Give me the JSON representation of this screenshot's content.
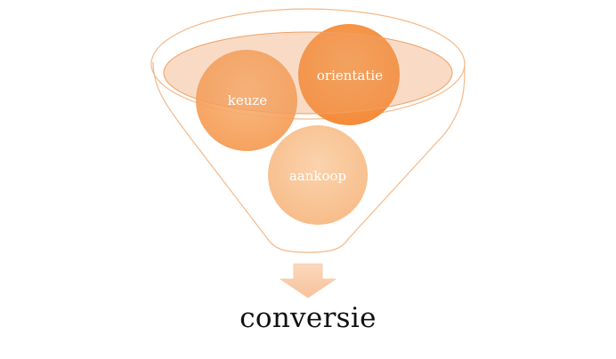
{
  "diagram": {
    "type": "funnel",
    "stages": [
      {
        "id": "keuze",
        "label": "keuze"
      },
      {
        "id": "orientatie",
        "label": "orientatie"
      },
      {
        "id": "aankoop",
        "label": "aankoop"
      }
    ],
    "result": {
      "label": "conversie"
    }
  },
  "colors": {
    "funnel_outline": "#f3b98a",
    "funnel_inner": "#f0a066",
    "circle_strong": "#f68f3e",
    "circle_light": "#f9c79a",
    "arrow_fill": "#f9cfad"
  }
}
